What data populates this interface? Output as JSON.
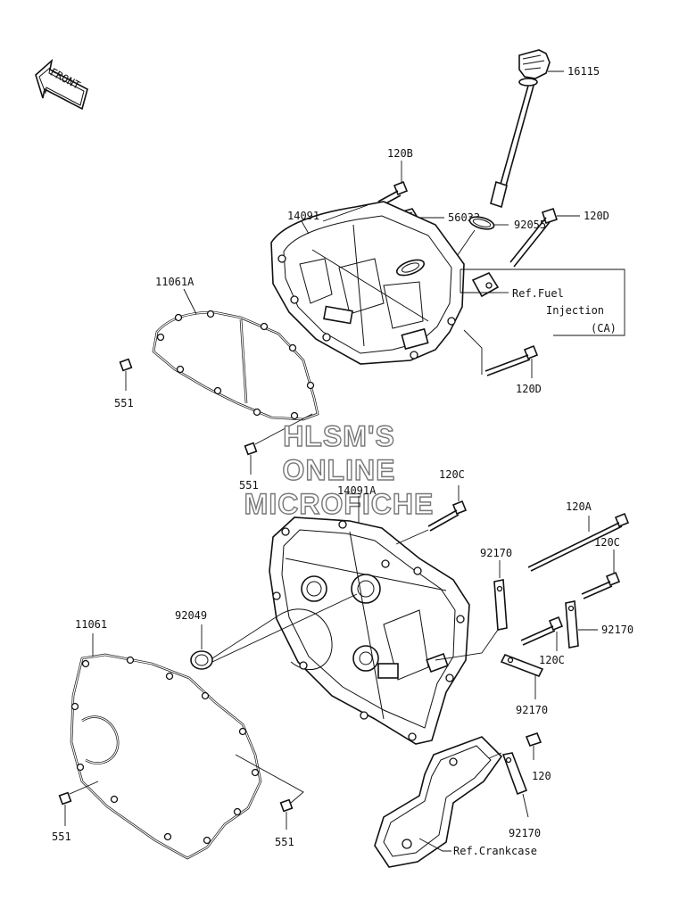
{
  "front_arrow": {
    "label": "FRONT"
  },
  "watermark": {
    "line1": "HLSM'S",
    "line2": "ONLINE",
    "line3": "MICROFICHE"
  },
  "callouts": {
    "p16115": "16115",
    "p120b": "120B",
    "p14091": "14091",
    "p56033": "56033",
    "p92055": "92055",
    "p120d_top": "120D",
    "p120d_bottom": "120D",
    "p11061a": "11061A",
    "p551_top": "551",
    "p551_mid": "551",
    "p120c_top": "120C",
    "p14091a": "14091A",
    "p120a": "120A",
    "p92170_a": "92170",
    "p120c_right": "120C",
    "p92049": "92049",
    "p92170_b": "92170",
    "p120c_low": "120C",
    "p11061": "11061",
    "p92170_c": "92170",
    "p120": "120",
    "p551_left": "551",
    "p551_right": "551",
    "p92170_d": "92170"
  },
  "references": {
    "fuel_line1": "Ref.Fuel",
    "fuel_line2": "Injection",
    "fuel_line3": "(CA)",
    "crankcase": "Ref.Crankcase"
  }
}
